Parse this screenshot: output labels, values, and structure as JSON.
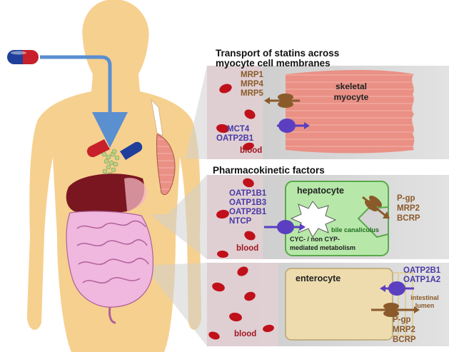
{
  "sections": {
    "muscle": {
      "title_line1": "Transport of statins across",
      "title_line2": "myocyte cell membranes",
      "efflux_transporters": [
        "MRP1",
        "MRP4",
        "MRP5"
      ],
      "uptake_transporters": [
        "MCT4",
        "OATP2B1"
      ],
      "cell_label_line1": "skeletal",
      "cell_label_line2": "myocyte",
      "blood_label": "blood"
    },
    "liver": {
      "title": "Pharmacokinetic factors",
      "uptake_transporters": [
        "OATP1B1",
        "OATP1B3",
        "OATP2B1",
        "NTCP"
      ],
      "cell_label": "hepatocyte",
      "metabolism_line1": "CYC- / non CYP-",
      "metabolism_line2": "mediated metabolism",
      "canaliculus_label": "bile canaliculus",
      "efflux_transporters": [
        "P-gp",
        "MRP2",
        "BCRP"
      ],
      "blood_label": "blood"
    },
    "intestine": {
      "cell_label": "enterocyte",
      "uptake_transporters": [
        "OATP2B1",
        "OATP1A2"
      ],
      "lumen_label_line1": "intestinal",
      "lumen_label_line2": "lumen",
      "efflux_transporters": [
        "P-gp",
        "MRP2",
        "BCRP"
      ],
      "blood_label": "blood"
    }
  },
  "colors": {
    "skin": "#f6d08f",
    "blood_vessel": "#e1cfd3",
    "red_cell": "#c0101a",
    "transporter_blue": "#5b3fc0",
    "transporter_brown": "#8a5a2a",
    "hepatocyte": "#b7e8a9",
    "enterocyte": "#eedcae",
    "myocyte": "#e98e83"
  }
}
